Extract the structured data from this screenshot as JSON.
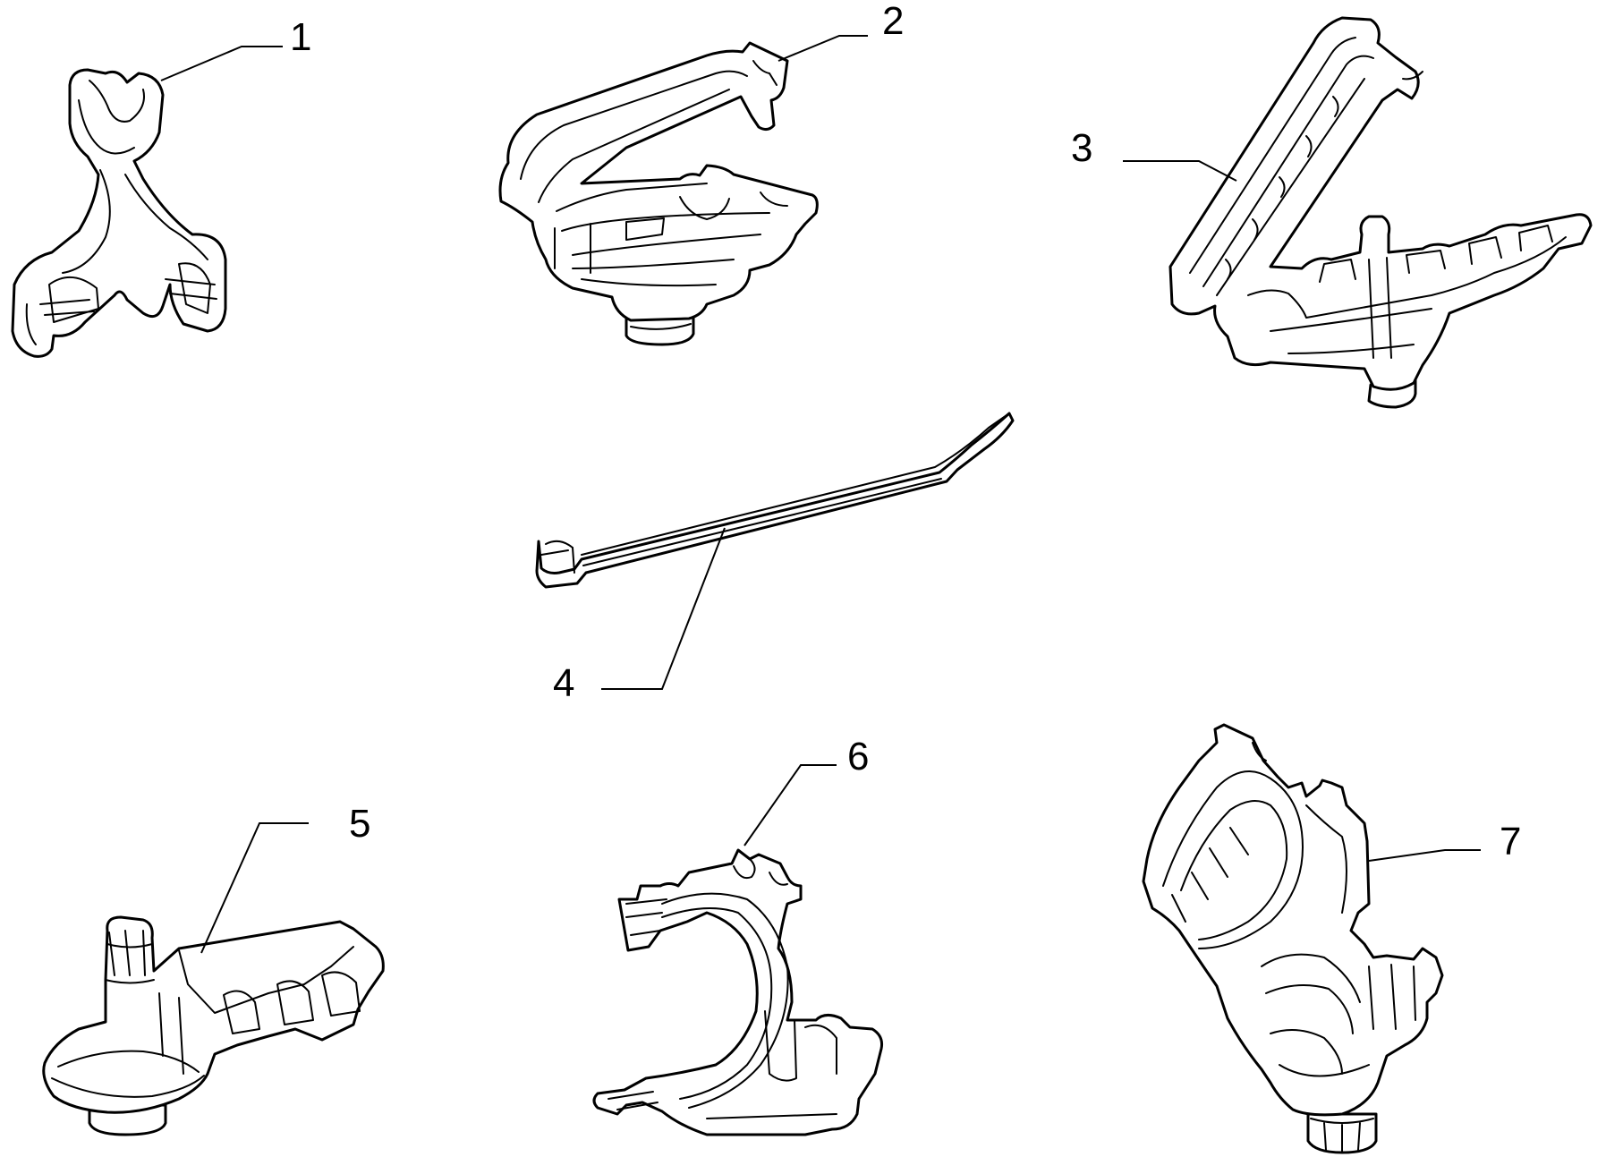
{
  "callouts": [
    {
      "id": 1,
      "label": "1"
    },
    {
      "id": 2,
      "label": "2"
    },
    {
      "id": 3,
      "label": "3"
    },
    {
      "id": 4,
      "label": "4"
    },
    {
      "id": 5,
      "label": "5"
    },
    {
      "id": 6,
      "label": "6"
    },
    {
      "id": 7,
      "label": "7"
    }
  ]
}
